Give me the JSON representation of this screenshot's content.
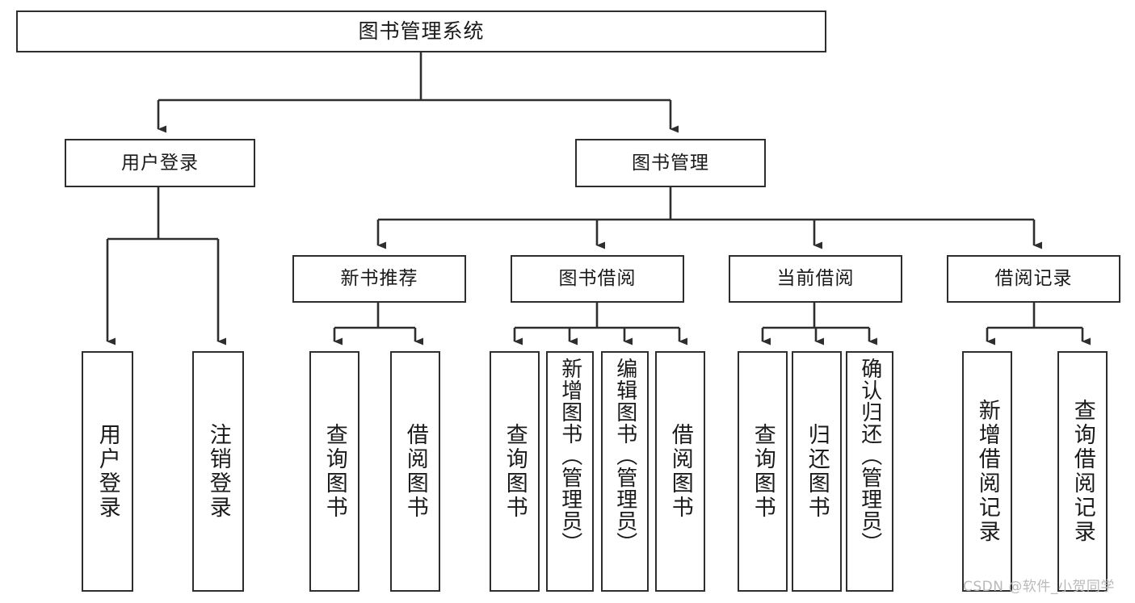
{
  "diagram": {
    "title": "图书管理系统",
    "type": "tree-hierarchy-chart",
    "watermark": "CSDN @软件_小贺同学",
    "line_color": "#2e2e2e",
    "box_fill": "#ffffff",
    "text_color": "#1a1a1a",
    "watermark_color": "#b9b9b9"
  },
  "nodes": {
    "root": {
      "label": "图书管理系统"
    },
    "level2": [
      {
        "label": "用户登录"
      },
      {
        "label": "图书管理"
      }
    ],
    "level3": [
      {
        "label": "新书推荐"
      },
      {
        "label": "图书借阅"
      },
      {
        "label": "当前借阅"
      },
      {
        "label": "借阅记录"
      }
    ],
    "leaves": {
      "user_login": [
        {
          "label": "用户登录"
        },
        {
          "label": "注销登录"
        }
      ],
      "new_book_recommend": [
        {
          "label": "查询图书"
        },
        {
          "label": "借阅图书"
        }
      ],
      "book_borrow": [
        {
          "label": "查询图书"
        },
        {
          "label": "新增图书（管理员）"
        },
        {
          "label": "编辑图书（管理员）"
        },
        {
          "label": "借阅图书"
        }
      ],
      "current_borrow": [
        {
          "label": "查询图书"
        },
        {
          "label": "归还图书"
        },
        {
          "label": "确认归还（管理员）"
        }
      ],
      "borrow_record": [
        {
          "label": "新增借阅记录"
        },
        {
          "label": "查询借阅记录"
        }
      ]
    }
  }
}
